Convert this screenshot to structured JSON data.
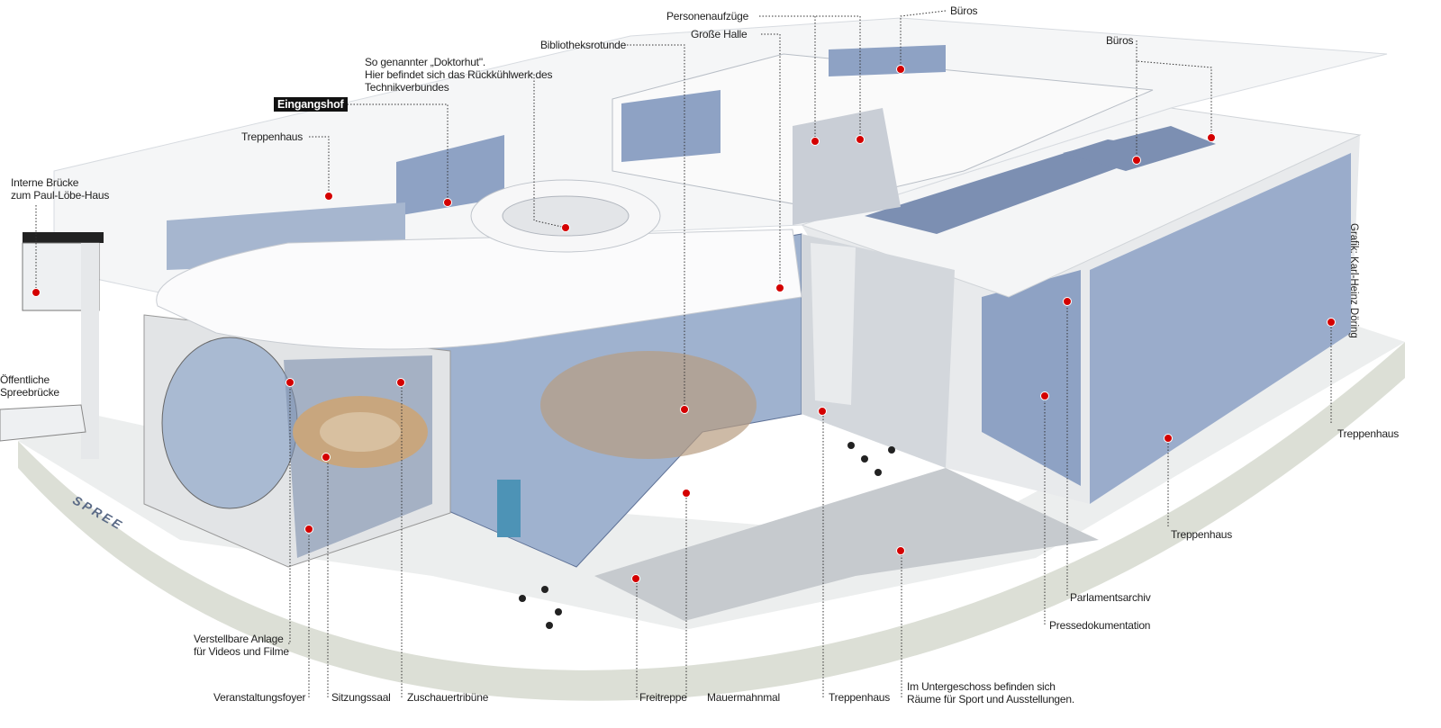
{
  "labels": [
    {
      "id": "personenaufzuege",
      "text": "Personenaufzüge"
    },
    {
      "id": "bueros-top",
      "text": "Büros"
    },
    {
      "id": "grosse-halle",
      "text": "Große Halle"
    },
    {
      "id": "bibliotheksrotunde",
      "text": "Bibliotheksrotunde"
    },
    {
      "id": "doktorhut",
      "text": "So genannter „Doktorhut\".\nHier befindet sich das Rückkühlwerk des\nTechnikverbundes"
    },
    {
      "id": "eingangshof",
      "text": "Eingangshof"
    },
    {
      "id": "treppenhaus-left",
      "text": "Treppenhaus"
    },
    {
      "id": "interne-bruecke",
      "text": "Interne Brücke\nzum Paul-Löbe-Haus"
    },
    {
      "id": "spreebruecke",
      "text": "Öffentliche\nSpreebrücke"
    },
    {
      "id": "bueros-right",
      "text": "Büros"
    },
    {
      "id": "treppenhaus-far-right",
      "text": "Treppenhaus"
    },
    {
      "id": "treppenhaus-right",
      "text": "Treppenhaus"
    },
    {
      "id": "parlamentsarchiv",
      "text": "Parlamentsarchiv"
    },
    {
      "id": "pressedokumentation",
      "text": "Pressedokumentation"
    },
    {
      "id": "verstellbare-anlage",
      "text": "Verstellbare Anlage\nfür Videos und Filme"
    },
    {
      "id": "veranstaltungsfoyer",
      "text": "Veranstaltungsfoyer"
    },
    {
      "id": "sitzungssaal",
      "text": "Sitzungssaal"
    },
    {
      "id": "zuschauertribuene",
      "text": "Zuschauertribüne"
    },
    {
      "id": "freitreppe",
      "text": "Freitreppe"
    },
    {
      "id": "mauermahnmal",
      "text": "Mauermahnmal"
    },
    {
      "id": "treppenhaus-bottom",
      "text": "Treppenhaus"
    },
    {
      "id": "untergeschoss",
      "text": "Im Untergeschoss befinden sich\nRäume für Sport und Ausstellungen."
    }
  ],
  "river": "SPREE",
  "credit": "Grafik: Karl-Heinz Döring",
  "colors": {
    "marker": "#d40000",
    "glass": "#8fa3c4",
    "structure": "#f2f3f4",
    "shadow": "#d5d9dd",
    "ground": "#ececea"
  }
}
